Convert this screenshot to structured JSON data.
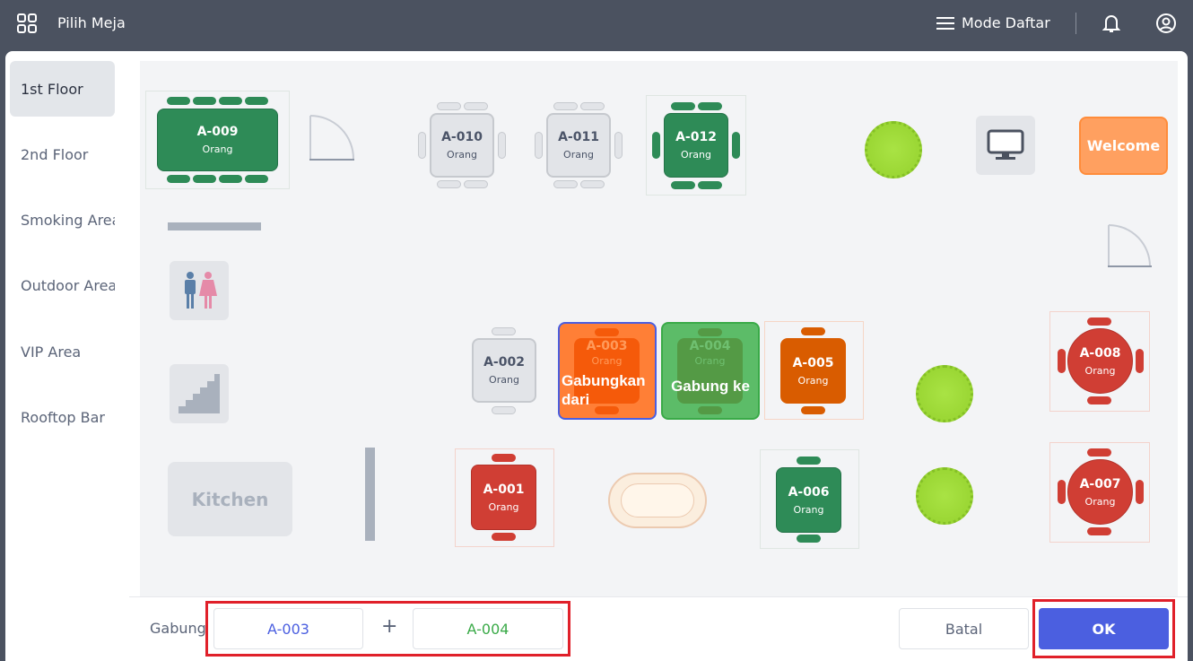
{
  "header": {
    "title": "Pilih Meja",
    "mode_label": "Mode Daftar"
  },
  "sidebar": {
    "items": [
      {
        "label": "1st Floor",
        "active": true
      },
      {
        "label": "2nd Floor"
      },
      {
        "label": "Smoking Area"
      },
      {
        "label": "Outdoor Area"
      },
      {
        "label": "VIP Area"
      },
      {
        "label": "Rooftop Bar"
      }
    ]
  },
  "floor": {
    "tables": [
      {
        "id": "A-009",
        "sub": "Orang",
        "status": "occupied"
      },
      {
        "id": "A-010",
        "sub": "Orang",
        "status": "available"
      },
      {
        "id": "A-011",
        "sub": "Orang",
        "status": "available"
      },
      {
        "id": "A-012",
        "sub": "Orang",
        "status": "occupied"
      },
      {
        "id": "A-002",
        "sub": "Orang",
        "status": "available"
      },
      {
        "id": "A-003",
        "sub": "Orang",
        "status": "merge-source",
        "overlay": "Gabungkan dari"
      },
      {
        "id": "A-004",
        "sub": "Orang",
        "status": "merge-target",
        "overlay": "Gabung ke"
      },
      {
        "id": "A-005",
        "sub": "Orang",
        "status": "reserved"
      },
      {
        "id": "A-008",
        "sub": "Orang",
        "status": "billed"
      },
      {
        "id": "A-001",
        "sub": "Orang",
        "status": "billed"
      },
      {
        "id": "A-006",
        "sub": "Orang",
        "status": "occupied"
      },
      {
        "id": "A-007",
        "sub": "Orang",
        "status": "billed"
      }
    ],
    "welcome_label": "Welcome",
    "kitchen_label": "Kitchen"
  },
  "footer": {
    "merge_label": "Gabung",
    "from_table": "A-003",
    "plus": "+",
    "to_table": "A-004",
    "cancel_label": "Batal",
    "ok_label": "OK"
  },
  "colors": {
    "header": "#4b5260",
    "occupied": "#2e8b57",
    "billed": "#d03e34",
    "reserved": "#d95c00",
    "accent": "#4b5fe0"
  }
}
